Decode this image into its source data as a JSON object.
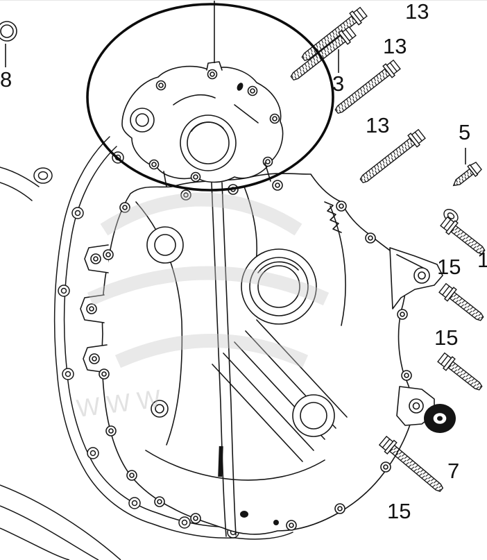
{
  "diagram": {
    "kind": "exploded-parts-line-diagram",
    "watermark": "WWW",
    "colors": {
      "line": "#161616",
      "paper": "#ffffff",
      "highlight_ring": "#0c0c0c",
      "watermark": "#c9c9c9"
    },
    "icons": {
      "flange-bolt-icon": "hex-flange bolt, threaded shaft, drawn diagonally",
      "tapping-screw-icon": "small screw with pointed tip",
      "washer-icon": "small oval washer",
      "oil-seal-icon": "black rubber seal ring",
      "o-ring-icon": "small ring at left edge",
      "highlight-ellipse": "large freehand ellipse circling the upper cover"
    },
    "labels": [
      {
        "part": "8",
        "text": "8"
      },
      {
        "part": "13",
        "text": "13"
      },
      {
        "part": "13",
        "text": "13"
      },
      {
        "part": "3",
        "text": "3"
      },
      {
        "part": "13",
        "text": "13"
      },
      {
        "part": "5",
        "text": "5"
      },
      {
        "part": "15",
        "text": "15"
      },
      {
        "part": "1",
        "text": "1"
      },
      {
        "part": "15",
        "text": "15"
      },
      {
        "part": "7",
        "text": "7"
      },
      {
        "part": "15",
        "text": "15"
      }
    ]
  }
}
